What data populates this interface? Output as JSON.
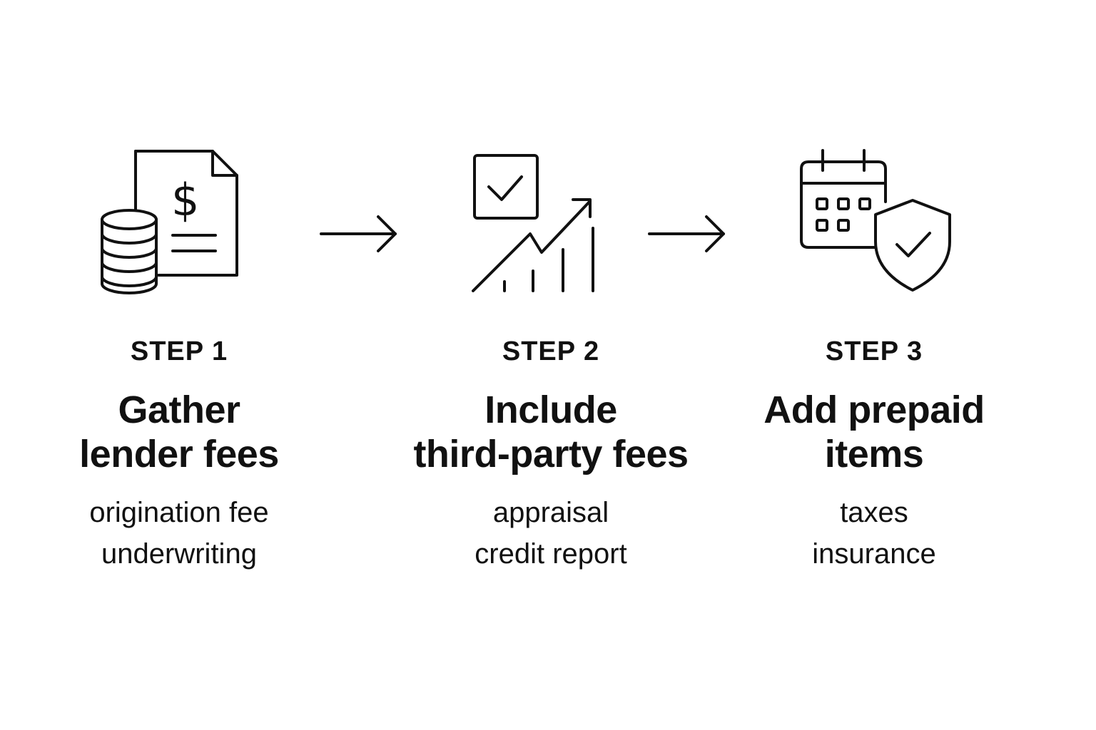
{
  "steps": [
    {
      "icon": "document-dollar-coins-icon",
      "label": "STEP 1",
      "title_lines": [
        "Gather",
        "lender fees"
      ],
      "details": [
        "origination fee",
        "underwriting"
      ]
    },
    {
      "icon": "checkbox-growth-chart-icon",
      "label": "STEP 2",
      "title_lines": [
        "Include",
        "third-party fees"
      ],
      "details": [
        "appraisal",
        "credit report"
      ]
    },
    {
      "icon": "calendar-shield-icon",
      "label": "STEP 3",
      "title_lines": [
        "Add prepaid",
        "items"
      ],
      "details": [
        "taxes",
        "insurance"
      ]
    }
  ],
  "dollar_symbol": "$",
  "colors": {
    "background": "#ffffff",
    "ink": "#111111"
  }
}
